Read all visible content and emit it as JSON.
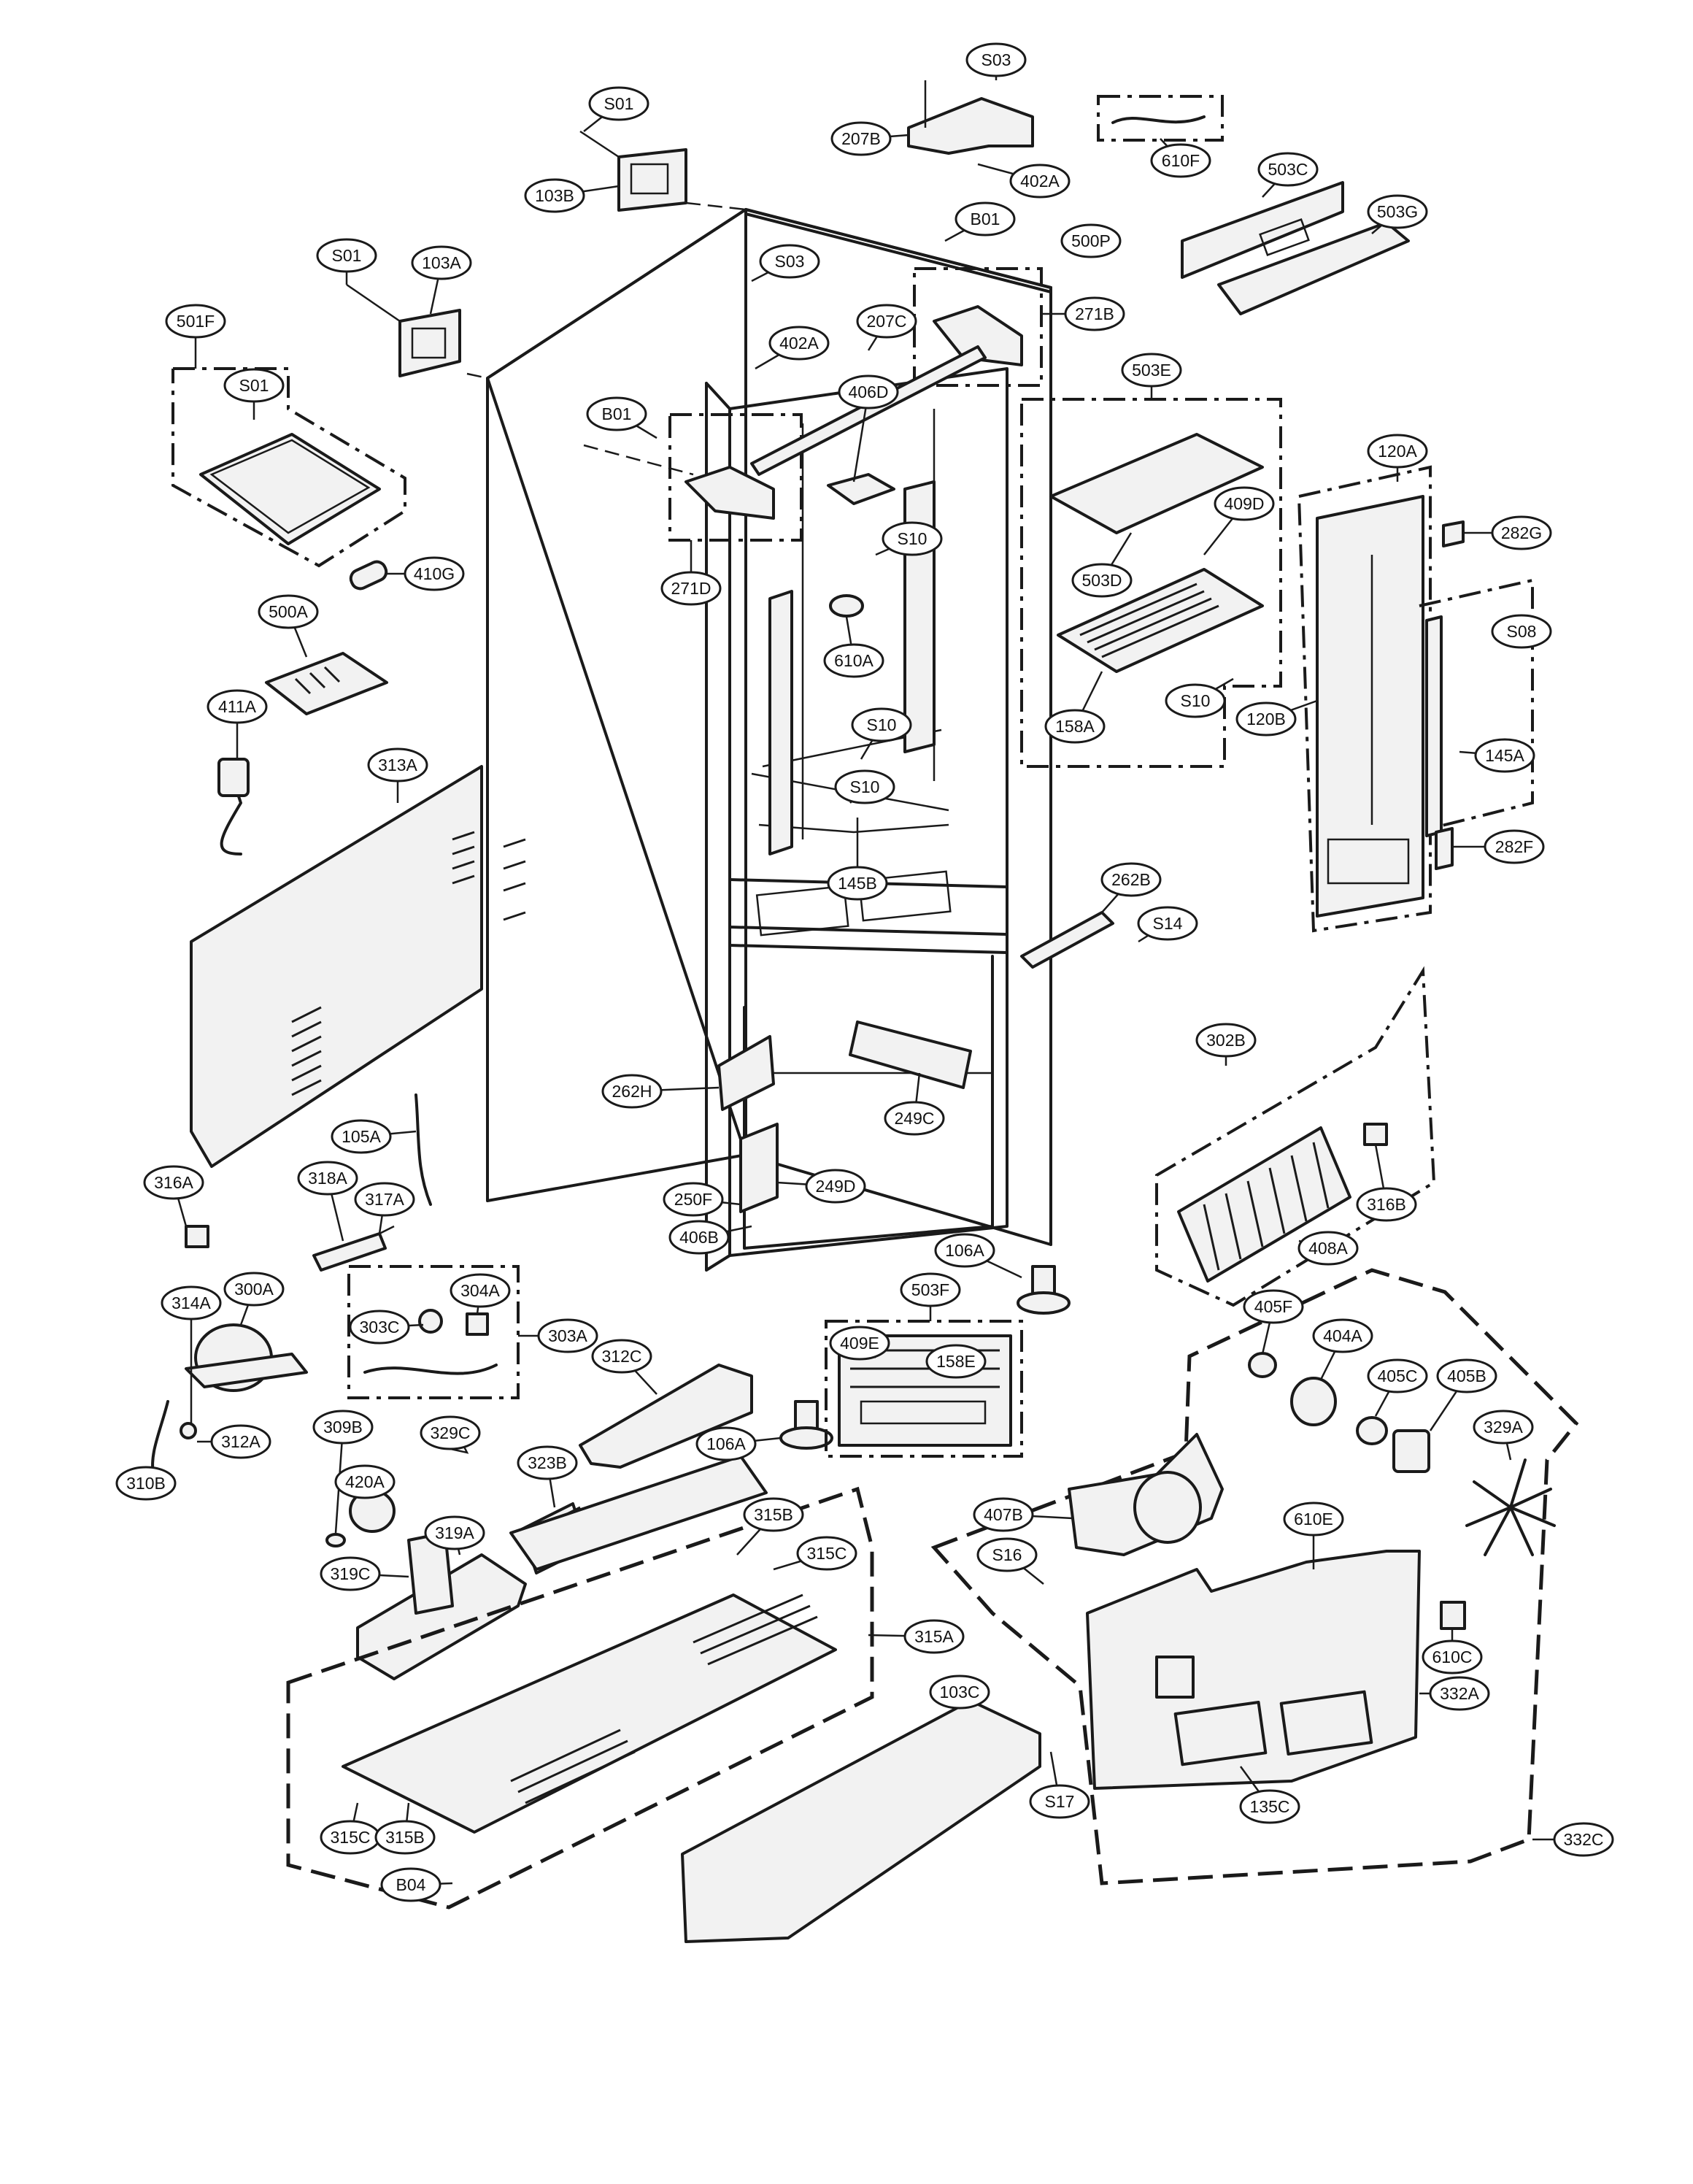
{
  "callout_labels": {
    "S03_top": "S03",
    "S01_top": "S01",
    "207B": "207B",
    "402A_top": "402A",
    "610F": "610F",
    "103B": "103B",
    "B01_top": "B01",
    "500P": "500P",
    "503C": "503C",
    "503G": "503G",
    "S01_mid": "S01",
    "103A": "103A",
    "S03_mid": "S03",
    "271B": "271B",
    "501F": "501F",
    "S01_panel": "S01",
    "207C": "207C",
    "402A_mid": "402A",
    "503E": "503E",
    "406D": "406D",
    "B01_mid": "B01",
    "120A": "120A",
    "409D": "409D",
    "S10_a": "S10",
    "282G": "282G",
    "410G": "410G",
    "271D": "271D",
    "503D": "503D",
    "S08": "S08",
    "500A": "500A",
    "610A": "610A",
    "S10_b": "S10",
    "120B": "120B",
    "158A": "158A",
    "411A": "411A",
    "S10_c": "S10",
    "145A": "145A",
    "313A": "313A",
    "S10_d": "S10",
    "282F": "282F",
    "145B": "145B",
    "262B": "262B",
    "S14": "S14",
    "302B": "302B",
    "262H": "262H",
    "105A": "105A",
    "249C": "249C",
    "316A": "316A",
    "318A": "318A",
    "317A": "317A",
    "250F": "250F",
    "249D": "249D",
    "316B": "316B",
    "406B": "406B",
    "106A_a": "106A",
    "408A": "408A",
    "314A": "314A",
    "300A": "300A",
    "304A": "304A",
    "503F": "503F",
    "405F": "405F",
    "303C": "303C",
    "303A": "303A",
    "404A": "404A",
    "409E": "409E",
    "158E": "158E",
    "312C": "312C",
    "405C": "405C",
    "405B": "405B",
    "312A": "312A",
    "106A_b": "106A",
    "329A": "329A",
    "310B": "310B",
    "309B": "309B",
    "329C": "329C",
    "323B": "323B",
    "420A": "420A",
    "407B": "407B",
    "315B_a": "315B",
    "319A": "319A",
    "315C_a": "315C",
    "S16": "S16",
    "610E": "610E",
    "319C": "319C",
    "315A": "315A",
    "103C": "103C",
    "610C": "610C",
    "332A": "332A",
    "315C_b": "315C",
    "315B_b": "315B",
    "S17": "S17",
    "135C": "135C",
    "332C": "332C",
    "B04": "B04"
  }
}
